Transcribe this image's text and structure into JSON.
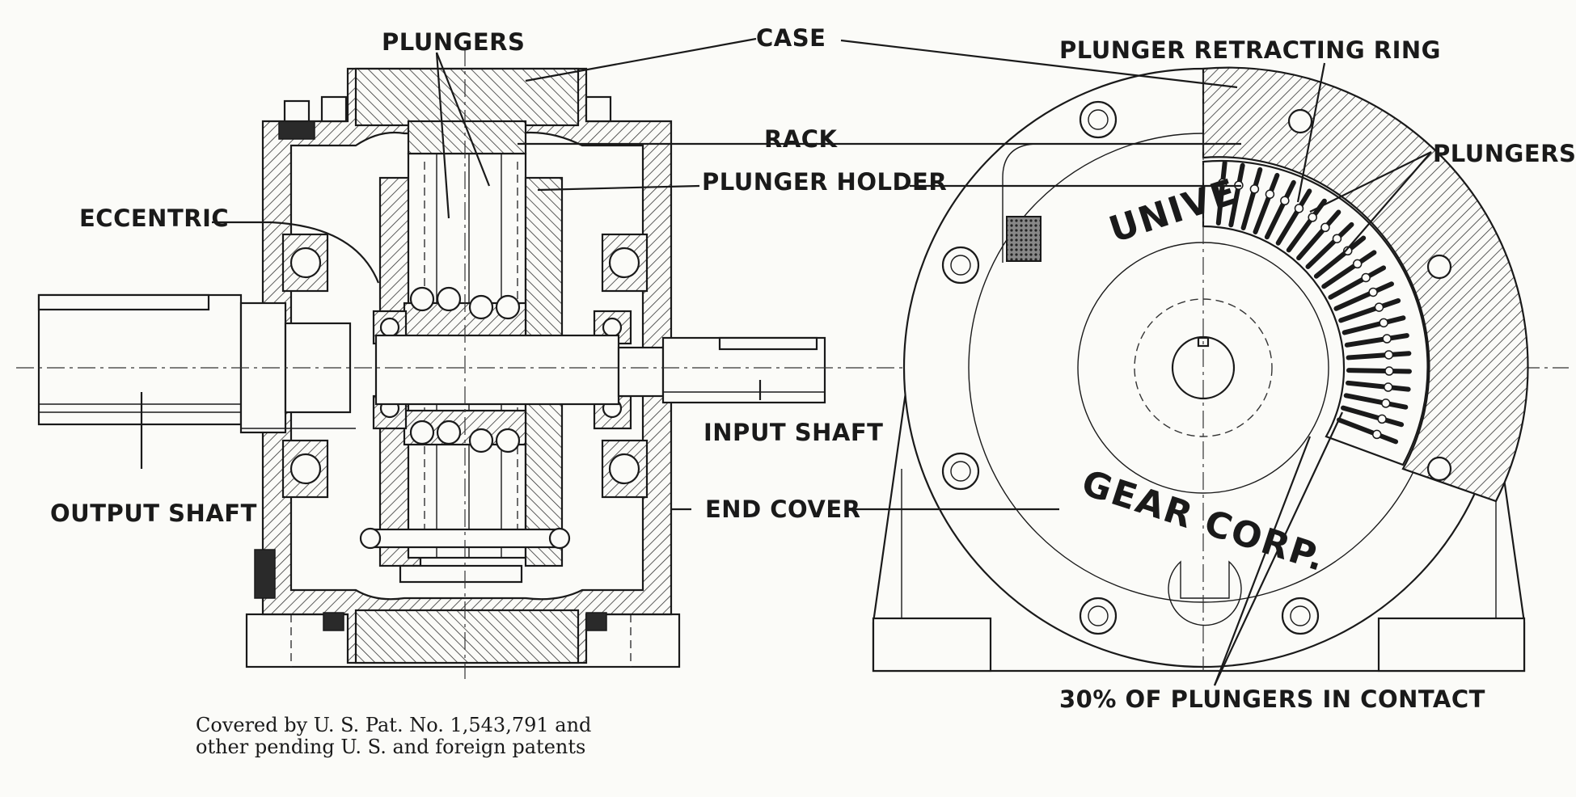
{
  "labels": {
    "plungers_top": "PLUNGERS",
    "case": "CASE",
    "rack": "RACK",
    "plunger_holder": "PLUNGER HOLDER",
    "eccentric": "ECCENTRIC",
    "input_shaft": "INPUT SHAFT",
    "output_shaft": "OUTPUT SHAFT",
    "end_cover": "END COVER",
    "plunger_retracting_ring": "PLUNGER RETRACTING RING",
    "plungers_right": "PLUNGERS",
    "plungers_in_contact": "30% OF PLUNGERS IN CONTACT"
  },
  "brand": {
    "top": "UNIVE",
    "bottom": "GEAR CORP."
  },
  "caption": {
    "line1": "Covered by U. S. Pat. No. 1,543,791 and",
    "line2": "other pending U. S. and foreign patents"
  }
}
